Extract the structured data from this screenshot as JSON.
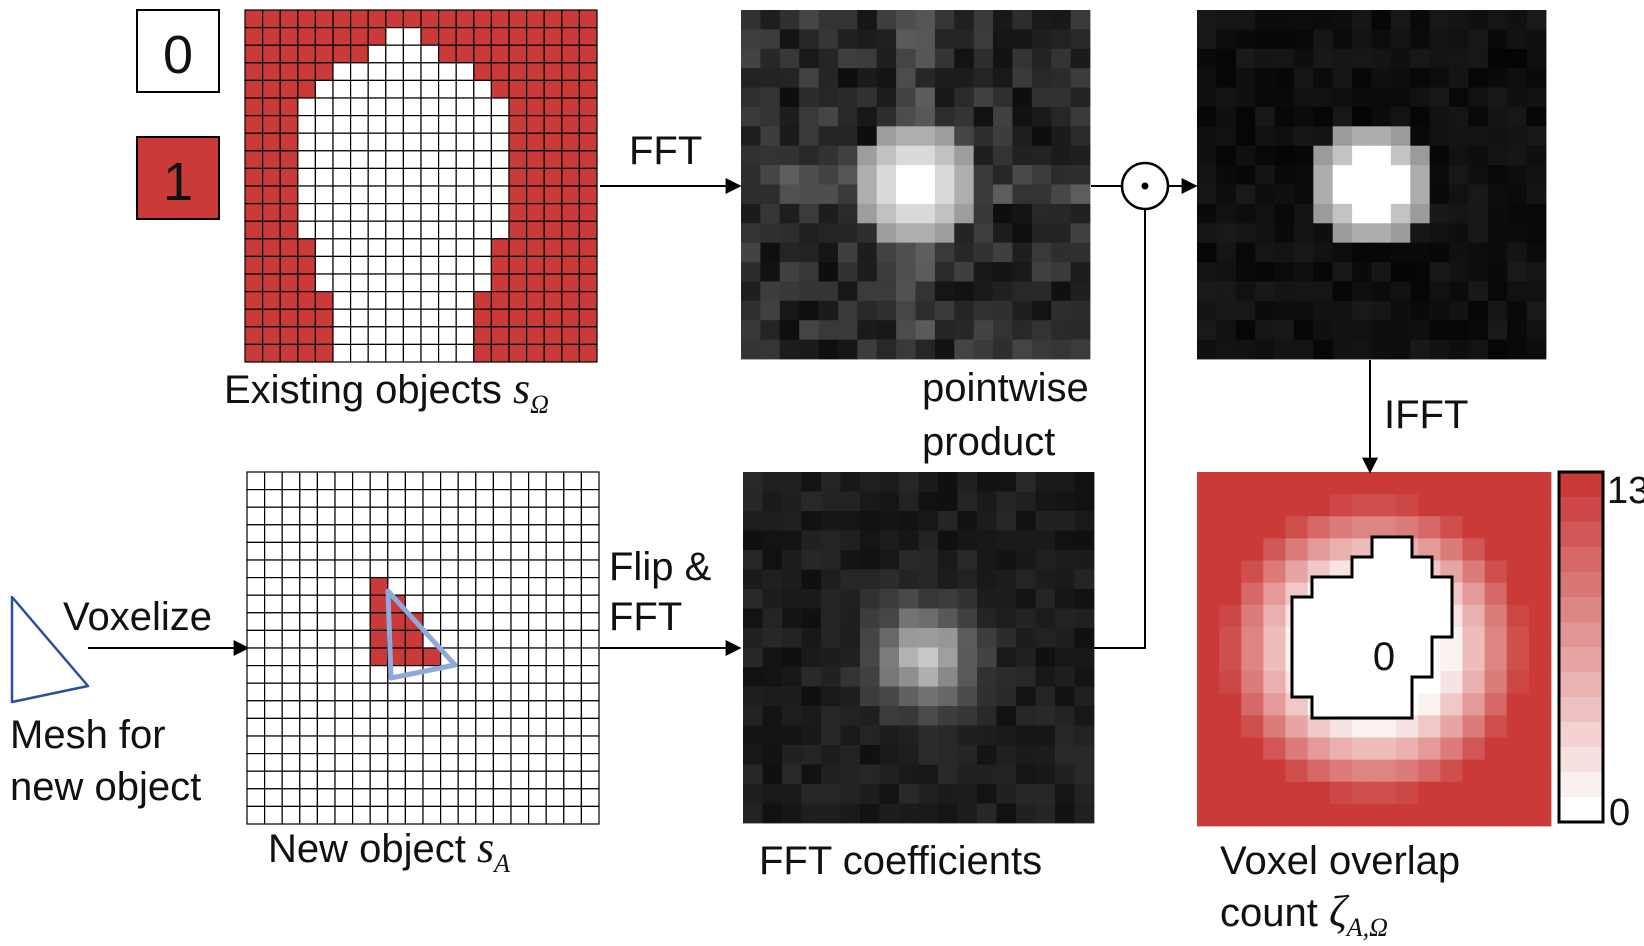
{
  "legend": {
    "zero_label": "0",
    "one_label": "1",
    "empty_color": "#ffffff",
    "filled_color": "#c93a38"
  },
  "existing": {
    "label": "Existing objects ",
    "symbol": "s",
    "subscript": "Ω"
  },
  "new_object": {
    "label": "New object ",
    "symbol": "s",
    "subscript": "A"
  },
  "mesh": {
    "label_line1": "Mesh for",
    "label_line2": "new object",
    "icon": "triangle-outline-icon"
  },
  "steps": {
    "fft": "FFT",
    "voxelize": "Voxelize",
    "flip_line1": "Flip &",
    "flip_line2": "FFT",
    "pointwise_line1": "pointwise",
    "pointwise_line2": "product",
    "ifft": "IFFT",
    "product_icon": "circled-dot-operator-icon"
  },
  "fft_label": "FFT coefficients",
  "overlap": {
    "label_line1": "Voxel overlap",
    "label_line2": "count ",
    "symbol": "ζ",
    "subscript": "A,Ω",
    "center_value": "0"
  },
  "colorbar": {
    "max": "13",
    "min": "0",
    "max_color": "#c93a38",
    "min_color": "#ffffff"
  }
}
